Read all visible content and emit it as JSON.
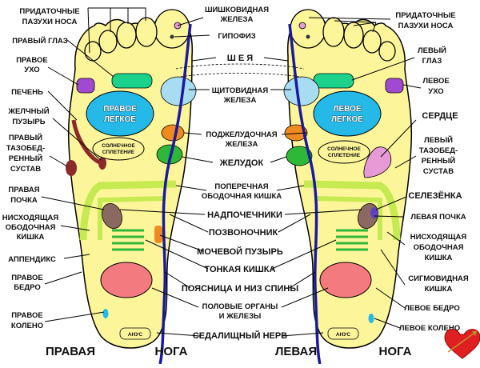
{
  "labels_left": {
    "sinuses": "ПРИДАТОЧНЫЕ",
    "sinuses2": "ПАЗУХИ НОСА",
    "right_eye": "ПРАВЫЙ ГЛАЗ",
    "right_ear1": "ПРАВОЕ",
    "right_ear2": "УХО",
    "liver": "ПЕЧЕНЬ",
    "gall1": "ЖЕЛЧНЫЙ",
    "gall2": "ПУЗЫРЬ",
    "hip1": "ПРАВЫЙ",
    "hip2": "ТАЗОБЕД-",
    "hip3": "РЕННЫЙ",
    "hip4": "СУСТАВ",
    "kidney1": "ПРАВАЯ",
    "kidney2": "ПОЧКА",
    "colon1": "НИСХОДЯЩАЯ",
    "colon2": "ОБОДОЧНАЯ",
    "colon3": "КИШКА",
    "appendix": "АППЕНДИКС",
    "thigh1": "ПРАВОЕ",
    "thigh2": "БЕДРО",
    "knee1": "ПРАВОЕ",
    "knee2": "КОЛЕНО"
  },
  "labels_center": {
    "pineal1": "ШИШКОВИДНАЯ",
    "pineal2": "ЖЕЛЕЗА",
    "pituitary": "ГИПОФИЗ",
    "neck": "Ш Е Я",
    "thyroid1": "ЩИТОВИДНАЯ",
    "thyroid2": "ЖЕЛЕЗА",
    "pancreas1": "ПОДЖЕЛУДОЧНАЯ",
    "pancreas2": "ЖЕЛЕЗА",
    "stomach": "ЖЕЛУДОК",
    "transverse1": "ПОПЕРЕЧНАЯ",
    "transverse2": "ОБОДОЧНАЯ КИШКА",
    "adrenals": "НАДПОЧЕЧНИКИ",
    "spine": "ПОЗВОНОЧНИК",
    "bladder": "МОЧЕВОЙ ПУЗЫРЬ",
    "small_int": "ТОНКАЯ КИШКА",
    "lumbar": "ПОЯСНИЦА И НИЗ СПИНЫ",
    "genitals1": "ПОЛОВЫЕ ОРГАНЫ",
    "genitals2": "И ЖЕЛЕЗЫ",
    "sciatic": "СЕДАЛИЩНЫЙ НЕРВ"
  },
  "labels_right": {
    "sinuses": "ПРИДАТОЧНЫЕ",
    "sinuses2": "ПАЗУХИ НОСА",
    "left_eye1": "ЛЕВЫЙ",
    "left_eye2": "ГЛАЗ",
    "left_ear1": "ЛЕВОЕ",
    "left_ear2": "УХО",
    "heart": "СЕРДЦЕ",
    "hip1": "ЛЕВЫЙ",
    "hip2": "ТАЗОБЕД-",
    "hip3": "РЕННЫЙ",
    "hip4": "СУСТАВ",
    "spleen": "СЕЛЕЗЁНКА",
    "kidney": "ЛЕВАЯ ПОЧКА",
    "colon1": "НИСХОДЯЩАЯ",
    "colon2": "ОБОДОЧНАЯ",
    "colon3": "КИШКА",
    "sigmoid1": "СИГМОВИДНАЯ",
    "sigmoid2": "КИШКА",
    "thigh": "ЛЕВОЕ БЕДРО",
    "knee": "ЛЕВОЕ КОЛЕНО"
  },
  "organ_text": {
    "right_lung1": "ПРАВОЕ",
    "right_lung2": "ЛЕГКОЕ",
    "left_lung1": "ЛЕВОЕ",
    "left_lung2": "ЛЕГКОЕ",
    "solar1": "СОЛНЕЧНОЕ",
    "solar2": "СПЛЕТЕНИЕ",
    "anus": "АНУС"
  },
  "footer": {
    "right": "ПРАВАЯ",
    "leg": "НОГА",
    "left": "ЛЕВАЯ",
    "leg2": "НОГА"
  },
  "colors": {
    "foot": "#fdf59a",
    "lung": "#25b9e8",
    "eye_ear": "#1ad28a",
    "thyroid": "#a8dcf0",
    "pancreas": "#f08a1e",
    "stomach": "#2fb838",
    "colon": "#c6ea52",
    "kidney": "#8a6a60",
    "genitals": "#f37b80",
    "spine": "#1a1aa0",
    "heart": "#e79ad6",
    "pink_small": "#e8a0d8",
    "liver_gall": "#8b2a2a"
  }
}
